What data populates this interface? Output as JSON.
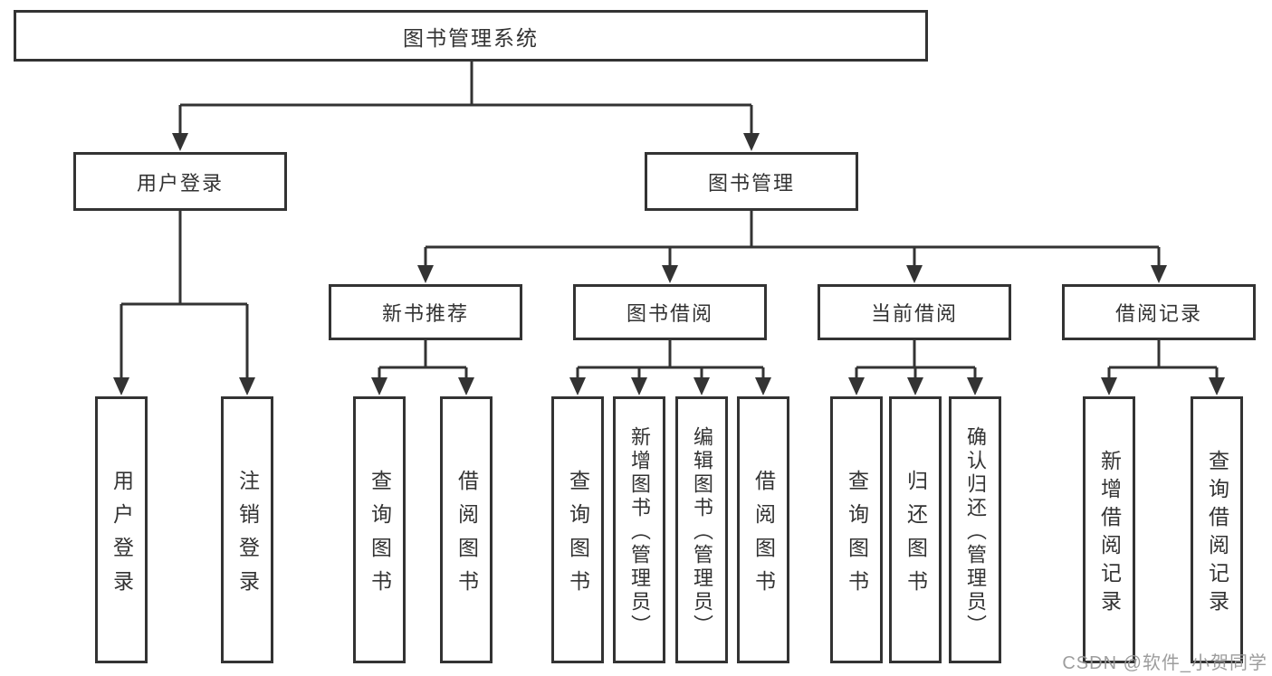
{
  "diagram": {
    "title_note": "functional structure chart",
    "nodes": {
      "root": "图书管理系统",
      "user_login": "用户登录",
      "book_mgmt": "图书管理",
      "new_book": "新书推荐",
      "book_borrow": "图书借阅",
      "current_borrow": "当前借阅",
      "borrow_record": "借阅记录",
      "leaf_user_login": "用户登录",
      "leaf_logout": "注销登录",
      "leaf_nb_query": "查询图书",
      "leaf_nb_borrow": "借阅图书",
      "leaf_bb_query": "查询图书",
      "leaf_bb_add": "新增图书（管理员）",
      "leaf_bb_edit": "编辑图书（管理员）",
      "leaf_bb_borrow": "借阅图书",
      "leaf_cb_query": "查询图书",
      "leaf_cb_return": "归还图书",
      "leaf_cb_confirm": "确认归还（管理员）",
      "leaf_br_add": "新增借阅记录",
      "leaf_br_query": "查询借阅记录"
    },
    "colors": {
      "line": "#333333",
      "box_border": "#333333",
      "text": "#333333",
      "background": "#ffffff",
      "watermark": "#989898"
    }
  },
  "watermark": "CSDN @软件_小贺同学"
}
